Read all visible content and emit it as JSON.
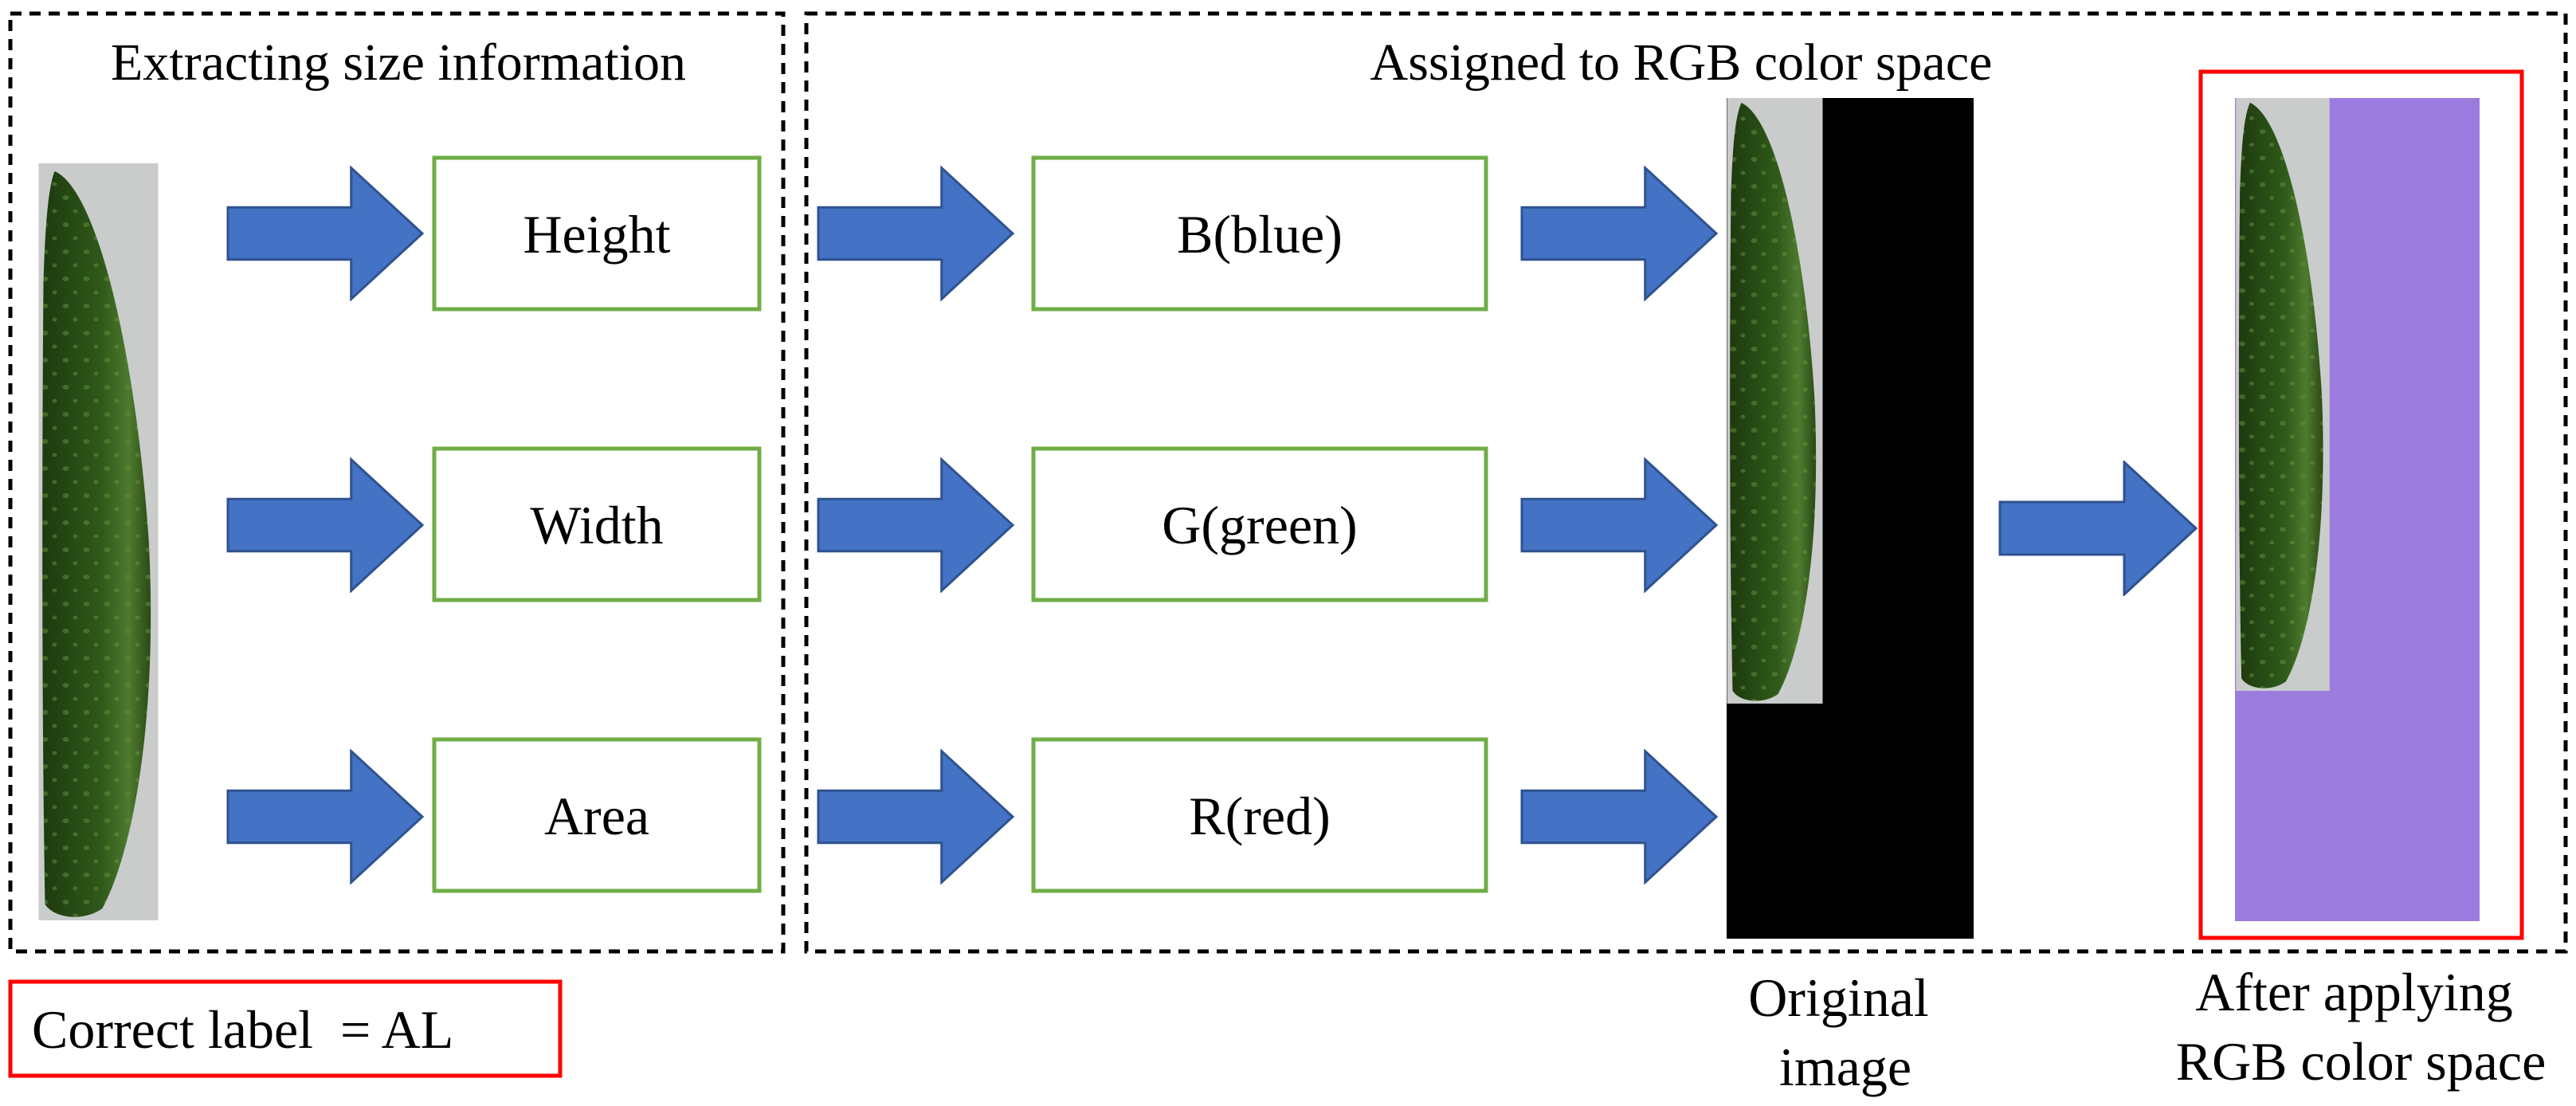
{
  "left_panel": {
    "title": "Extracting size information",
    "boxes": [
      "Height",
      "Width",
      "Area"
    ]
  },
  "right_panel": {
    "title": "Assigned to RGB color space",
    "boxes": [
      "B(blue)",
      "G(green)",
      "R(red)"
    ]
  },
  "original_caption": [
    "Original",
    "image"
  ],
  "after_caption": [
    "After applying",
    "RGB color space"
  ],
  "label_box": "Correct label  = AL",
  "colors": {
    "arrow": "#4472C4",
    "arrow_edge": "#2F528F",
    "box_border": "#70AD47",
    "highlight_border": "#FF0000",
    "purple_fill": "#9C7BDF",
    "black_fill": "#000000",
    "cucumber_dark": "#1E3A0F",
    "cucumber_mid": "#2F5A1A",
    "cucumber_light": "#4E7A2E",
    "background_gray": "#C9CCCB"
  }
}
